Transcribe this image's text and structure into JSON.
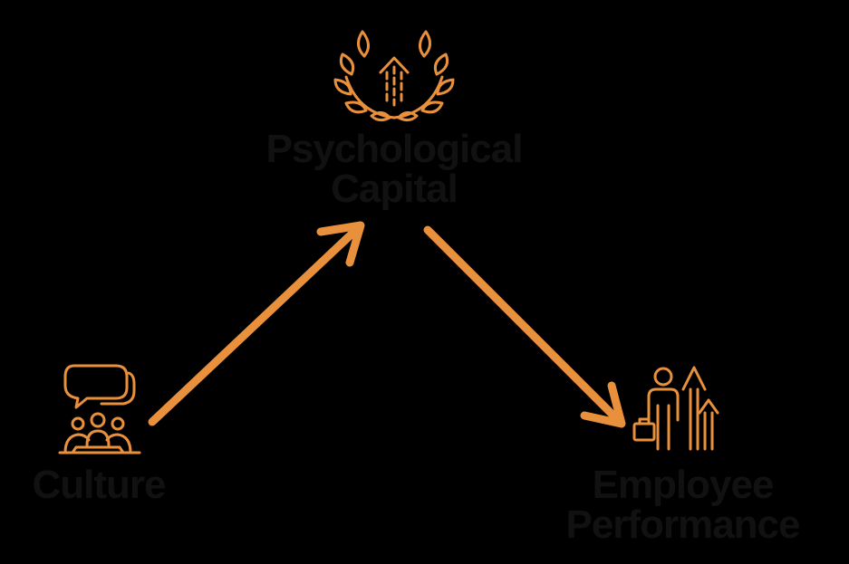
{
  "colors": {
    "background": "#000000",
    "accent": "#E8903C",
    "text": "#111111"
  },
  "nodes": {
    "psychological_capital": {
      "line1": "Psychological",
      "line2": "Capital",
      "icon": "laurel-wreath-arrow-icon"
    },
    "culture": {
      "label": "Culture",
      "icon": "team-meeting-icon"
    },
    "employee_performance": {
      "line1": "Employee",
      "line2": "Performance",
      "icon": "employee-growth-icon"
    }
  },
  "edges": [
    {
      "from": "culture",
      "to": "psychological_capital"
    },
    {
      "from": "psychological_capital",
      "to": "employee_performance"
    }
  ]
}
